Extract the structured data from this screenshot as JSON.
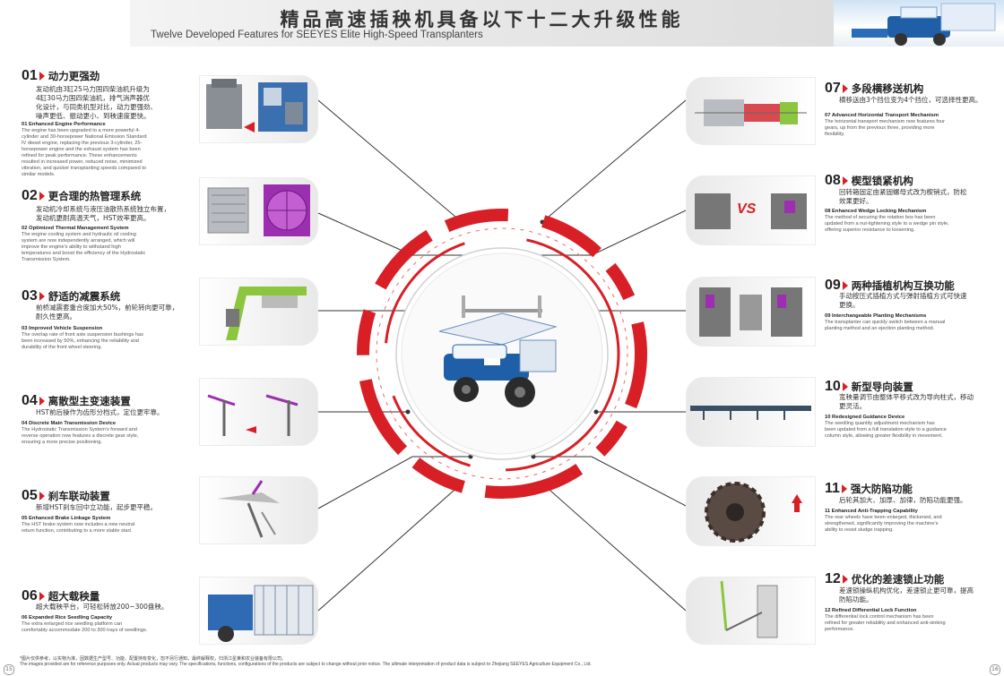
{
  "header": {
    "title_cn": "精品高速插秧机具备以下十二大升级性能",
    "title_en": "Twelve Developed Features for SEEYES Elite High-Speed Transplanters"
  },
  "colors": {
    "accent": "#d81f26",
    "text": "#222222",
    "frame": "#e6e6e6"
  },
  "features_left": [
    {
      "num": "01",
      "title": "动力更强劲",
      "cn_desc": [
        "发动机由3缸25马力国四柴油机升级为",
        "4缸30马力国四柴油机，排气消声器优",
        "化设计，与同类机型对比，动力更强劲、",
        "噪声更低、振动更小、到秧速度更快。"
      ],
      "en_title": "01 Enhanced Engine Performance",
      "en_desc": [
        "The engine has been upgraded to a more powerful 4-",
        "cylinder and 30-horsepower National Emission Standard",
        "IV diesel engine, replacing the previous 3-cylinder, 25-",
        "horsepower engine and the exhaust system has been",
        "refined for peak performance. These enhancements",
        "resulted in increased power, reduced noise, minimized",
        "vibration, and quicker transplanting speeds compared to",
        "similar models."
      ]
    },
    {
      "num": "02",
      "title": "更合理的热管理系统",
      "cn_desc": [
        "发动机冷却系统与液压油散热系统独立布置，",
        "发动机更耐高温天气，HST效率更高。"
      ],
      "en_title": "02 Optimized Thermal Management System",
      "en_desc": [
        "The engine cooling system and hydraulic oil cooling",
        "system are now independently arranged, which will",
        "improve the engine's ability to withstand high",
        "temperatures and boost the efficiency of the Hydrostatic",
        "Transmission System."
      ]
    },
    {
      "num": "03",
      "title": "舒适的减震系统",
      "cn_desc": [
        "前桥减震套重合度加大50%，前轮转向更可靠，",
        "耐久性更高。"
      ],
      "en_title": "03 Improved Vehicle Suspension",
      "en_desc": [
        "The overlap rate of front axle suspension bushings has",
        "been increased by 50%, enhancing the reliability and",
        "durability of the front wheel steering."
      ]
    },
    {
      "num": "04",
      "title": "离散型主变速装置",
      "cn_desc": [
        "HST前后操作为齿形分档式，定位更牢靠。"
      ],
      "en_title": "04 Discrete Main Transmission Device",
      "en_desc": [
        "The Hydrostatic Transmission System's forward and",
        "reverse operation now features a discrete gear style,",
        "ensuring a more precise positioning."
      ]
    },
    {
      "num": "05",
      "title": "刹车联动装置",
      "cn_desc": [
        "新增HST刹车回中立功能，起步更平稳。"
      ],
      "en_title": "05 Enhanced Brake Linkage System",
      "en_desc": [
        "The HST brake system now includes a new neutral",
        "return function, contributing to a more stable start."
      ]
    },
    {
      "num": "06",
      "title": "超大载秧量",
      "cn_desc": [
        "超大载秧平台，可轻松转放200~300盘秧。"
      ],
      "en_title": "06 Expanded Rice Seedling Capacity",
      "en_desc": [
        "The extra enlarged rice seedling platform can",
        "comfortably accommodate 200 to 300 trays of seedlings."
      ]
    }
  ],
  "features_right": [
    {
      "num": "07",
      "title": "多段横移送机构",
      "cn_desc": [
        "横移送由3个挡位变为4个挡位，可选择性更高。"
      ],
      "en_title": "07 Advanced Horizontal Transport Mechanism",
      "en_desc": [
        "The horizontal transport mechanism now features four",
        "gears, up from the previous three, providing more",
        "flexibility."
      ]
    },
    {
      "num": "08",
      "title": "楔型锁紧机构",
      "cn_desc": [
        "回转箱固定由紧固螺母式改为楔销式，防松",
        "效果更好。"
      ],
      "en_title": "08 Enhanced Wedge Locking Mechanism",
      "en_desc": [
        "The method of securing the rotation box has been",
        "updated from a nut-tightening style to a wedge pin style,",
        "offering superior resistance to loosening."
      ]
    },
    {
      "num": "09",
      "title": "两种插植机构互换功能",
      "cn_desc": [
        "手动按压式插植方式与弹射插植方式可快速",
        "更换。"
      ],
      "en_title": "09 Interchangeable Planting Mechanisms",
      "en_desc": [
        "The transplanter can quickly switch between a manual",
        "planting method and an ejection planting method."
      ]
    },
    {
      "num": "10",
      "title": "新型导向装置",
      "cn_desc": [
        "宽秧量调节由整体平移式改为导向柱式，移动",
        "更灵活。"
      ],
      "en_title": "10 Redesigned Guidance Device",
      "en_desc": [
        "The seedling quantity adjustment mechanism has",
        "been updated from a full translation style to a guidance",
        "column style, allowing greater flexibility in movement."
      ]
    },
    {
      "num": "11",
      "title": "强大防陷功能",
      "cn_desc": [
        "后轮其加大、加厚、加律，防陷功能更强。"
      ],
      "en_title": "11 Enhanced Anti-Trapping Capability",
      "en_desc": [
        "The rear wheels have been enlarged, thickened, and",
        "strengthened, significantly improving the machine's",
        "ability to resist sludge trapping."
      ]
    },
    {
      "num": "12",
      "title": "优化的差速锁止功能",
      "cn_desc": [
        "差速锁操纵机构优化，差速锁止更可靠，提高",
        "防陷功能。"
      ],
      "en_title": "12 Refined Differential Lock Function",
      "en_desc": [
        "The differential lock control mechanism has been",
        "refined for greater reliability and enhanced anti-sinking",
        "performance."
      ]
    }
  ],
  "labels": {
    "vs": "VS"
  },
  "footer": {
    "line1": "*图片仅供参考，以实物为准，因数据生产型号、功能、配置持有变化，恕不另行通知，最终解释权，归浙江星莱和农业装备有限公司。",
    "line2": "The images provided are for reference purposes only. Actual products may vary. The specifications, functions, configurations of the products are subject to change without prior notice. The ultimate interpretation of product data is subject to Zhejiang SEEYES Agriculture Equipment Co., Ltd."
  },
  "page_numbers": {
    "left": "15",
    "right": "16"
  }
}
